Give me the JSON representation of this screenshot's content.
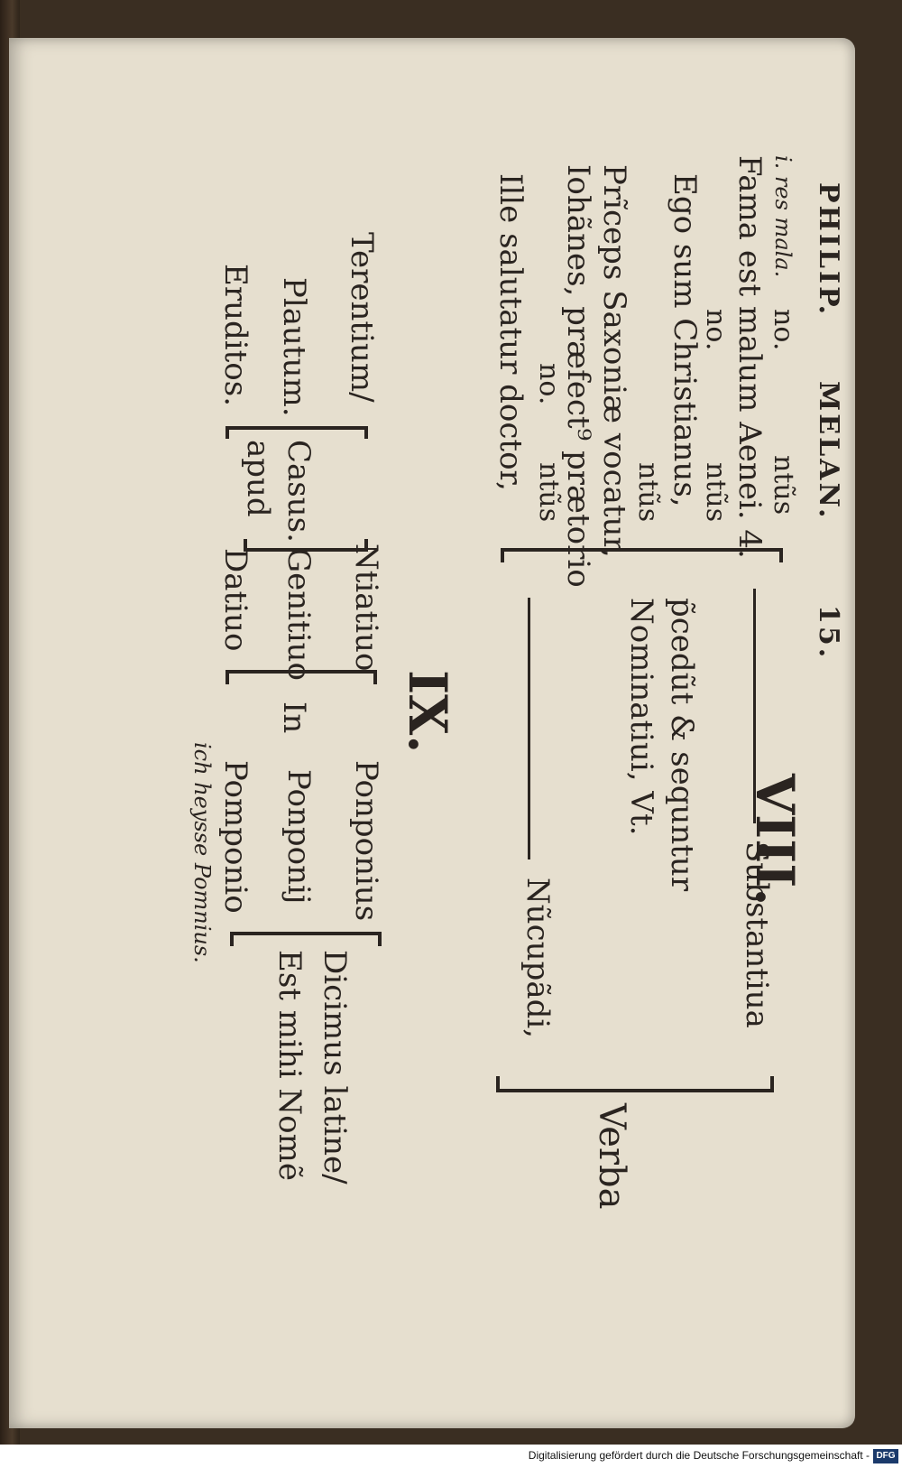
{
  "header": {
    "left": "PHILIP.",
    "center": "MELAN.",
    "page_number": "15."
  },
  "section_viii": {
    "numeral": "VIII.",
    "verba": "Verba",
    "substantiua": "Substantiua",
    "nucupadi": "Nũcupãdi,",
    "pcedut": "p̃cedũt & sequntur",
    "nominatiui": "Nominatiui, Vt.",
    "ex1_case": "ntũs",
    "ex1_case2": "no.",
    "ex1_gloss": "i. res mala.",
    "ex1_text": "Fama est malum Aenei. 4.",
    "ex2_case": "ntũs",
    "ex2_case2": "no.",
    "ex2_text": "Ego sum Christianus,",
    "ex3_case": "ntũs",
    "ex3_text": "Prĩceps Saxoniæ vocatur,",
    "ex4_text": "Iohãnes, præfect⁹ prætorio",
    "ex4_case": "ntũs",
    "ex4_case2": "no.",
    "ex5_text": "Ille salutatur doctor,"
  },
  "section_ix": {
    "numeral": "IX.",
    "dicimus": "Dicimus latine/",
    "est_mihi": "Est mihi Nomẽ",
    "ponponius": "Ponponius",
    "ponponij": "Ponponij",
    "pomponio": "Pomponio",
    "hand_note": "ich heysse Pomnius.",
    "in": "In",
    "ntiatiuo": "Ntiatiuo",
    "genitiuo": "Genitiuo",
    "datiuo": "Datiuo",
    "casus": "Casus.",
    "apud": "apud",
    "terentium": "Terentium/",
    "plautum": "Plautum.",
    "eruditos": "Eruditos."
  },
  "footer": {
    "credit": "Digitalisierung gefördert durch die Deutsche Forschungsgemeinschaft -",
    "logo": "DFG"
  }
}
